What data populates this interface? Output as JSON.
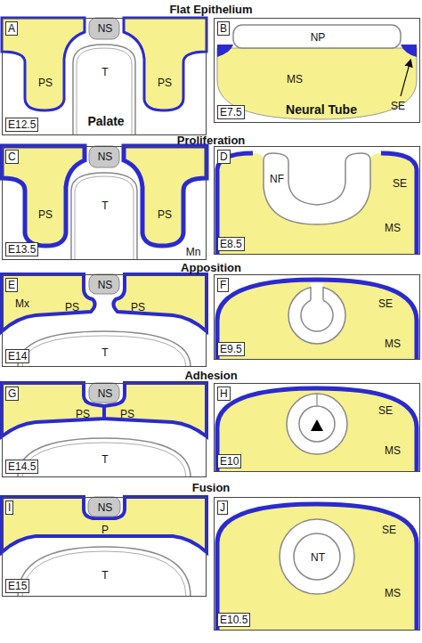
{
  "diagram": {
    "nodes": [
      {
        "text": [
          "A",
          "E12.5",
          "Palate",
          "NS",
          "PS",
          "PS",
          "T"
        ]
      },
      {
        "text": [
          "B",
          "E7.5",
          "Neural Tube",
          "NP",
          "MS",
          "SE"
        ]
      },
      {
        "text": [
          "C",
          "E13.5",
          "NS",
          "PS",
          "PS",
          "T",
          "Mn"
        ]
      },
      {
        "text": [
          "D",
          "E8.5",
          "NF",
          "SE",
          "MS"
        ]
      },
      {
        "text": [
          "E",
          "E14",
          "NS",
          "Mx",
          "PS",
          "PS",
          "T"
        ]
      },
      {
        "text": [
          "F",
          "E9.5",
          "SE",
          "MS"
        ]
      },
      {
        "text": [
          "G",
          "E14.5",
          "NS",
          "PS",
          "PS",
          "T"
        ]
      },
      {
        "text": [
          "H",
          "E10",
          "SE",
          "MS"
        ]
      },
      {
        "text": [
          "I",
          "E15",
          "NS",
          "P",
          "T"
        ]
      },
      {
        "text": [
          "J",
          "E10.5",
          "NT",
          "SE",
          "MS"
        ]
      }
    ],
    "labels": [
      "Flat Epithelium",
      "Proliferation",
      "Apposition",
      "Adhesion",
      "Fusion"
    ]
  }
}
